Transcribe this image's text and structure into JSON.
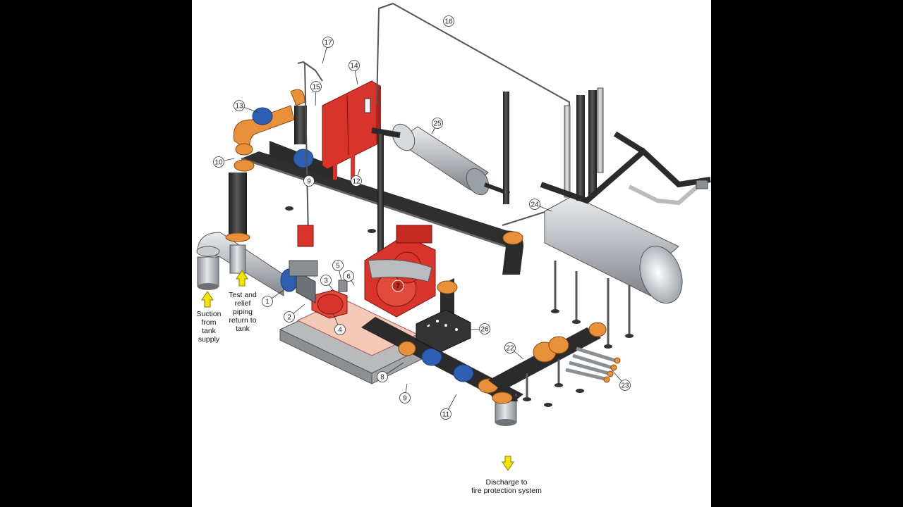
{
  "callouts": [
    {
      "id": "c1",
      "text": "1"
    },
    {
      "id": "c2",
      "text": "2"
    },
    {
      "id": "c3",
      "text": "3"
    },
    {
      "id": "c4",
      "text": "4"
    },
    {
      "id": "c5",
      "text": "5"
    },
    {
      "id": "c6",
      "text": "6"
    },
    {
      "id": "c7",
      "text": "7"
    },
    {
      "id": "c8",
      "text": "8"
    },
    {
      "id": "c9a",
      "text": "9"
    },
    {
      "id": "c9b",
      "text": "9"
    },
    {
      "id": "c10",
      "text": "10"
    },
    {
      "id": "c11",
      "text": "11"
    },
    {
      "id": "c12",
      "text": "12"
    },
    {
      "id": "c13",
      "text": "13"
    },
    {
      "id": "c14",
      "text": "14"
    },
    {
      "id": "c15",
      "text": "15"
    },
    {
      "id": "c16",
      "text": "16"
    },
    {
      "id": "c17",
      "text": "17"
    },
    {
      "id": "c22",
      "text": "22"
    },
    {
      "id": "c23",
      "text": "23"
    },
    {
      "id": "c24",
      "text": "24"
    },
    {
      "id": "c25",
      "text": "25"
    },
    {
      "id": "c26",
      "text": "26"
    }
  ],
  "labels": {
    "suction": [
      "Suction",
      "from",
      "tank",
      "supply"
    ],
    "test_relief": [
      "Test and",
      "relief",
      "piping",
      "return to",
      "tank"
    ],
    "discharge": [
      "Discharge to",
      "fire protection system"
    ]
  },
  "colors": {
    "pipe_black": "#2b2b2b",
    "pipe_gray": "#b9bcbf",
    "fitting_orange": "#e8903a",
    "valve_blue": "#2f5fb3",
    "pump_red": "#d9342b",
    "arrow_yellow": "#f4e400"
  }
}
